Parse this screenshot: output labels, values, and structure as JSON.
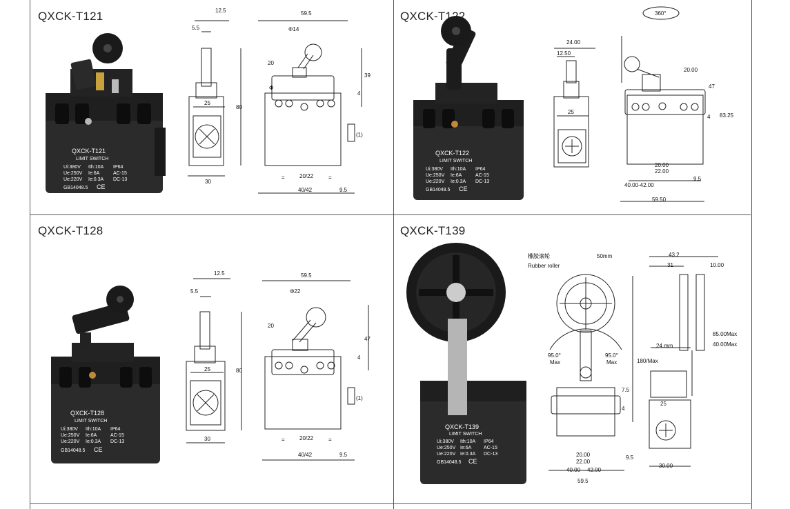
{
  "cells": [
    {
      "model": "QXCK-T121",
      "body": {
        "model": "QXCK-T121",
        "kind": "LIMIT SWITCH",
        "specs": [
          [
            "Ui:380V",
            "Ith:10A",
            "IP64"
          ],
          [
            "Ue:250V",
            "Ie:6A",
            "AC-15"
          ],
          [
            "Ue:220V",
            "Ie:0.3A",
            "DC-13"
          ]
        ],
        "std": "GB14048.5",
        "ce": "CE"
      },
      "side": {
        "top1": "12.5",
        "top2": "5.5",
        "w": "25",
        "h": "80",
        "bottom": "30"
      },
      "front": {
        "width": "59.5",
        "roller": "Φ14",
        "h1": "20",
        "h2": "39",
        "h3": "4",
        "phi": "Φ",
        "note": "(1)",
        "eq1": "=",
        "mid": "20/22",
        "eq2": "=",
        "base": "40/42",
        "edge": "9.5"
      }
    },
    {
      "model": "QXCK-T122",
      "rotation": "360°",
      "body": {
        "model": "QXCK-T122",
        "kind": "LIMIT SWITCH",
        "specs": [
          [
            "Ui:380V",
            "Ith:10A",
            "IP64"
          ],
          [
            "Ue:250V",
            "Ie:6A",
            "AC-15"
          ],
          [
            "Ue:220V",
            "Ie:0.3A",
            "DC-13"
          ]
        ],
        "std": "GB14048.5",
        "ce": "CE"
      },
      "side": {
        "top1": "24.00",
        "top2": "12.50",
        "w": "25"
      },
      "front": {
        "h1": "20.00",
        "h2": "47",
        "h3": "83.25",
        "h4": "4",
        "mid1": "20.00",
        "mid2": "22.00",
        "base": "40.00-42.00",
        "edge": "9.5",
        "width": "59.50"
      }
    },
    {
      "model": "QXCK-T128",
      "body": {
        "model": "QXCK-T128",
        "kind": "LIMIT SWITCH",
        "specs": [
          [
            "Ui:380V",
            "Ith:10A",
            "IP64"
          ],
          [
            "Ue:250V",
            "Ie:6A",
            "AC-15"
          ],
          [
            "Ue:220V",
            "Ie:0.3A",
            "DC-13"
          ]
        ],
        "std": "GB14048.5",
        "ce": "CE"
      },
      "side": {
        "top1": "12.5",
        "top2": "5.5",
        "w": "25",
        "h": "80",
        "bottom": "30"
      },
      "front": {
        "width": "59.5",
        "roller": "Φ22",
        "h1": "20",
        "h2": "47",
        "h3": "4",
        "note": "(1)",
        "eq1": "=",
        "mid": "20/22",
        "eq2": "=",
        "base": "40/42",
        "edge": "9.5"
      }
    },
    {
      "model": "QXCK-T139",
      "body": {
        "model": "QXCK-T139",
        "kind": "LIMIT SWITCH",
        "specs": [
          [
            "Ui:380V",
            "Ith:10A",
            "IP64"
          ],
          [
            "Ue:250V",
            "Ie:6A",
            "AC-15"
          ],
          [
            "Ue:220V",
            "Ie:0.3A",
            "DC-13"
          ]
        ],
        "std": "GB14048.5",
        "ce": "CE"
      },
      "front": {
        "roller_cn": "橡胶滚轮",
        "roller_en": "Rubber roller",
        "roller_w": "50mm",
        "angle_l": "95.0°",
        "max_l": "Max",
        "angle_r": "95.0°",
        "max_r": "Max",
        "hmax": "180/Max",
        "h1": "7.5",
        "h2": "4",
        "mid1": "20.00",
        "mid2": "22.00",
        "base1": "40.00",
        "base2": "42.00",
        "edge": "9.5",
        "width": "59.5"
      },
      "side": {
        "top1": "43.2",
        "top2": "31",
        "top3": "10.00",
        "arm": "24.mm",
        "h1": "85.00Max",
        "h2": "40.00Max",
        "w": "25",
        "bottom": "30.00"
      }
    }
  ]
}
